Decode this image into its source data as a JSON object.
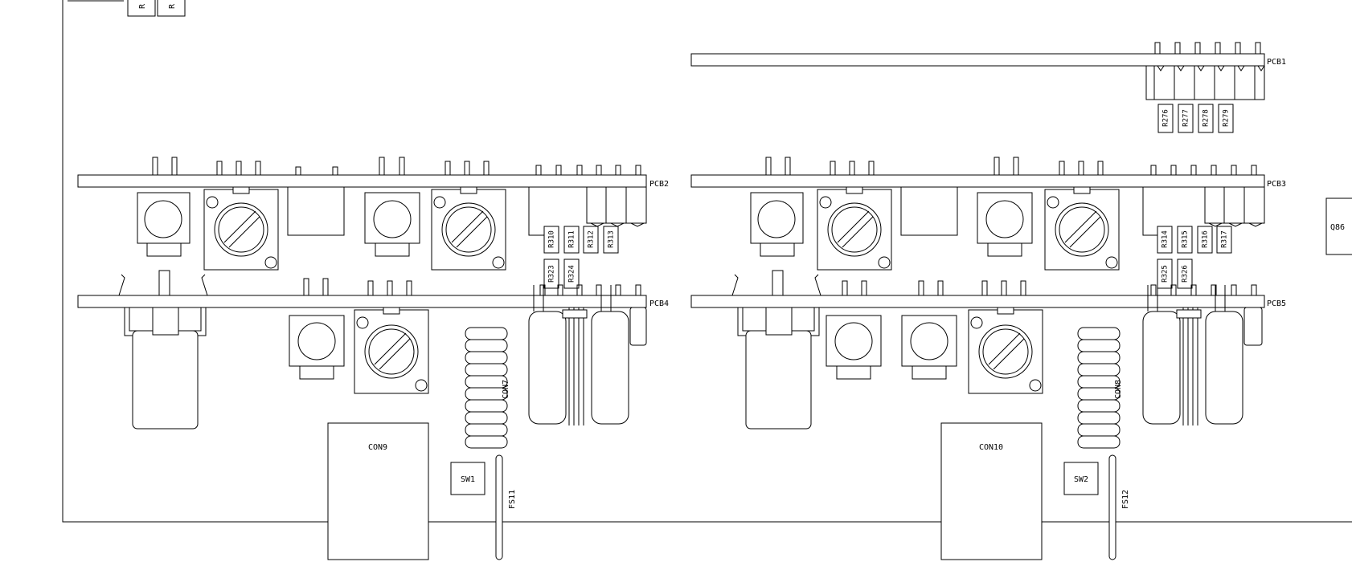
{
  "labels": {
    "pcb1": "PCB1",
    "pcb2": "PCB2",
    "pcb3": "PCB3",
    "pcb4": "PCB4",
    "pcb5": "PCB5",
    "q86": "Q86",
    "con7": "CON7",
    "con8": "CON8",
    "con9": "CON9",
    "con10": "CON10",
    "sw1": "SW1",
    "sw2": "SW2",
    "fs11": "FS11",
    "fs12": "FS12"
  },
  "resistors_top": [
    "R276",
    "R277",
    "R278",
    "R279"
  ],
  "resistors_left_row1": [
    "R310",
    "R311",
    "R312",
    "R313"
  ],
  "resistors_left_row2": [
    "R323",
    "R324"
  ],
  "resistors_right_row1": [
    "R314",
    "R315",
    "R316",
    "R317"
  ],
  "resistors_right_row2": [
    "R325",
    "R326"
  ],
  "corner_parts": [
    "R",
    "R"
  ]
}
